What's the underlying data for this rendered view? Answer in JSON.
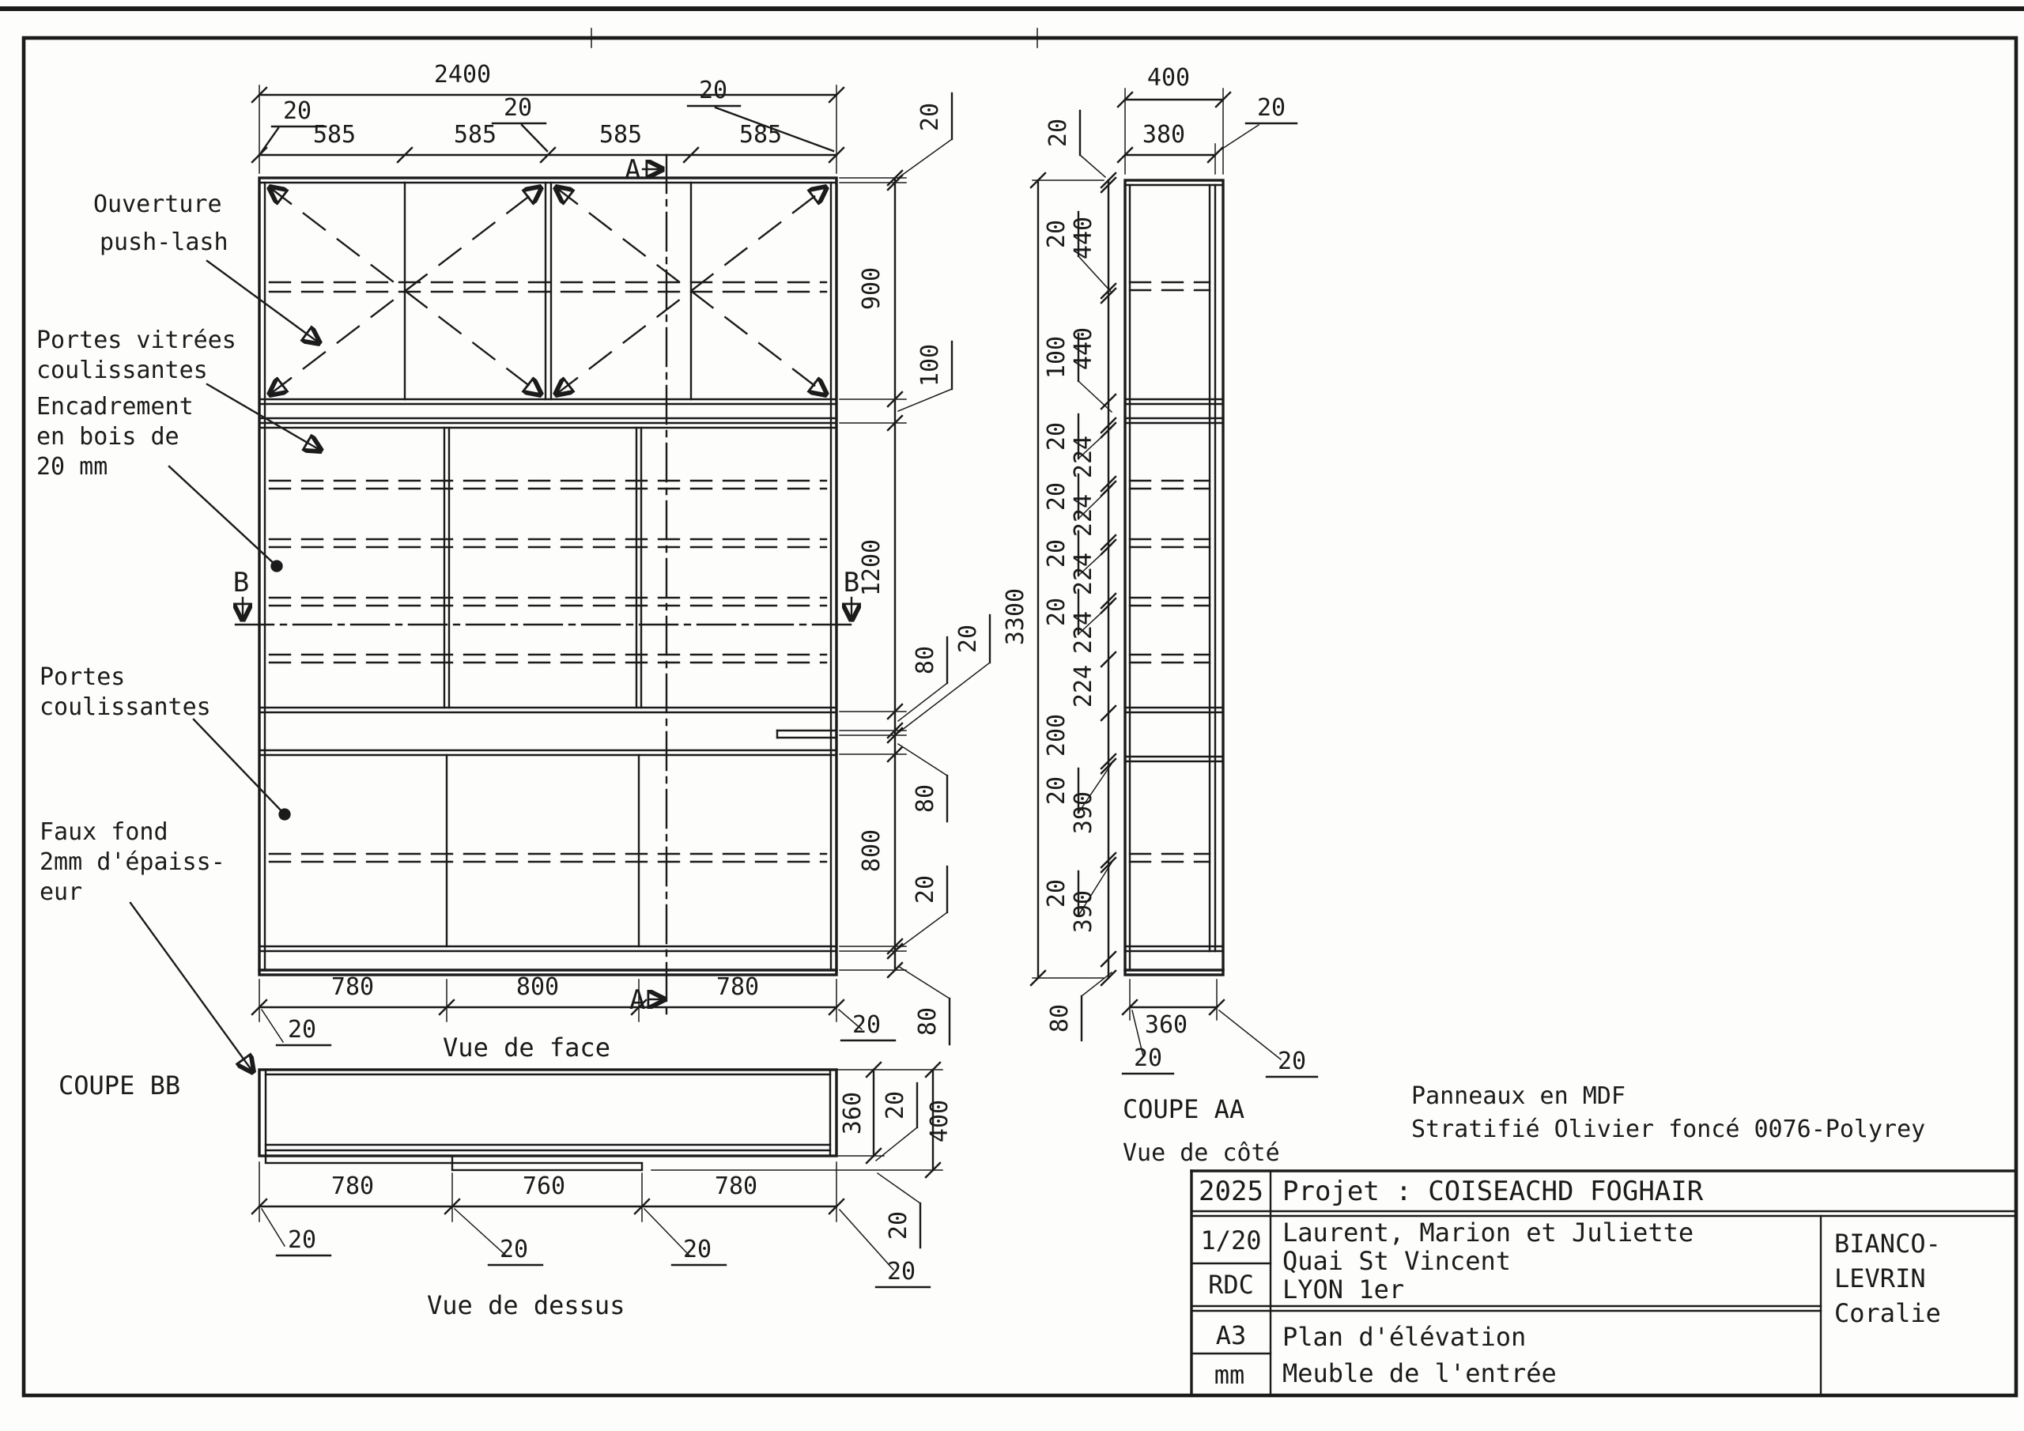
{
  "front": {
    "caption": "Vue de face",
    "section_a": "A",
    "section_b": "B",
    "dim_total_width": "2400",
    "dim_doors_top": [
      "585",
      "585",
      "585",
      "585"
    ],
    "dim_top_callouts": [
      "20",
      "20",
      "20"
    ],
    "dim_right_chain_major": [
      "900",
      "1200",
      "800"
    ],
    "dim_right_chain_minor": [
      "20",
      "100",
      "80",
      "20",
      "80",
      "20",
      "80"
    ],
    "dim_bottom": [
      "780",
      "800",
      "780"
    ],
    "dim_bottom_callouts": [
      "20",
      "20"
    ],
    "labels": {
      "ouverture": [
        "Ouverture",
        "push-lash"
      ],
      "portes_vitrees": [
        "Portes vitrées",
        "coulissantes"
      ],
      "encadrement": [
        "Encadrement",
        "en bois de",
        "20 mm"
      ],
      "portes_coulissantes": [
        "Portes",
        "coulissantes"
      ],
      "faux_fond": [
        "Fa­ux fond",
        "2mm d'épaiss-",
        "eur"
      ]
    }
  },
  "coupe_bb": {
    "title": "COUPE BB",
    "caption": "Vue de dessus",
    "dim_depth": "360",
    "dim_total": "400",
    "dim_callouts": [
      "20",
      "20",
      "20"
    ],
    "dim_bottom": [
      "780",
      "760",
      "780"
    ],
    "dim_bottom_callouts": [
      "20",
      "20",
      "20"
    ]
  },
  "side": {
    "title": "COUPE AA",
    "caption": "Vue de côté",
    "dim_total_height": "3300",
    "dim_top": [
      "400",
      "380"
    ],
    "dim_top_callouts": [
      "20",
      "20"
    ],
    "chain_major": [
      "440",
      "440",
      "224",
      "224",
      "224",
      "224",
      "224",
      "200",
      "390",
      "390"
    ],
    "chain_minor": [
      "20",
      "20",
      "100",
      "20",
      "20",
      "20",
      "20",
      "20",
      "20",
      "80"
    ],
    "dim_bottom": "360",
    "dim_bottom_callouts": [
      "20",
      "20"
    ]
  },
  "material_note": [
    "Panneaux en MDF",
    "Stratifié Olivier foncé 0076-Polyrey"
  ],
  "title_block": {
    "year": "2025",
    "project": "Projet : COISEACHD FOGHAIR",
    "scale": "1/20",
    "level": "RDC",
    "format": "A3",
    "units": "mm",
    "address": [
      "Laurent, Marion et Juliette",
      "Quai St Vincent",
      "LYON 1er"
    ],
    "drawing_title": [
      "Plan d'élévation",
      "Meuble de l'entrée"
    ],
    "author": [
      "BIANCO-",
      "LEVRIN",
      "Coralie"
    ]
  }
}
